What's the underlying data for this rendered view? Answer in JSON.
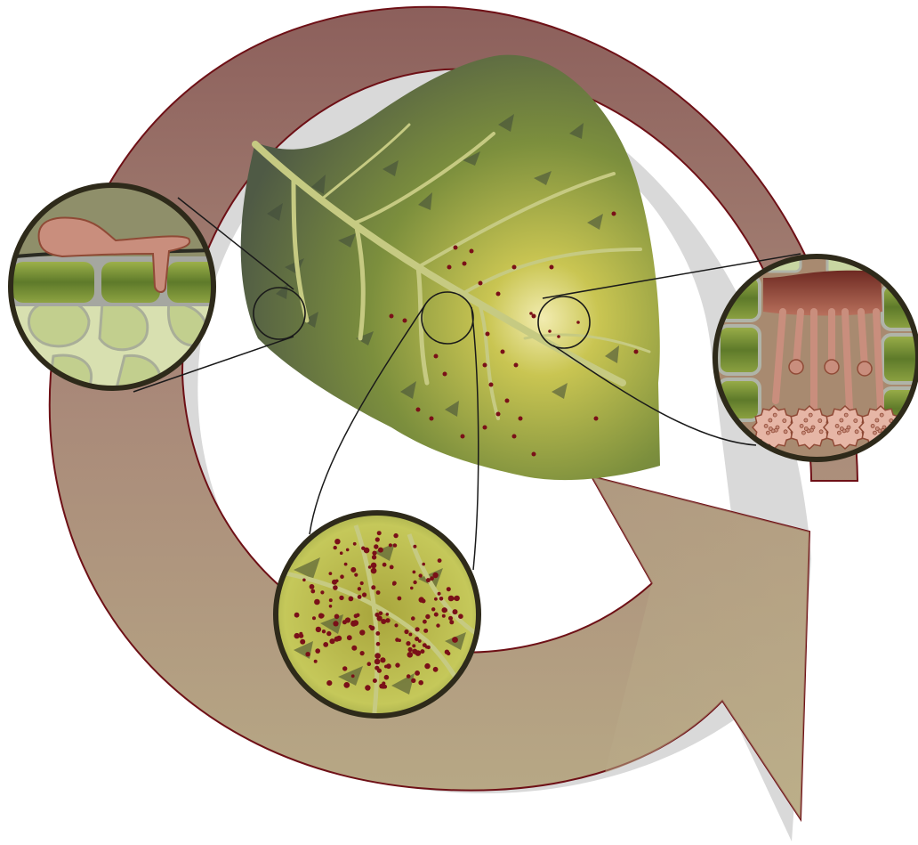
{
  "diagram": {
    "kind": "disease-cycle-illustration",
    "labels": [],
    "stages": [
      {
        "name": "cuticle-penetration"
      },
      {
        "name": "spots-on-leaf"
      },
      {
        "name": "spore-production"
      }
    ]
  },
  "colors": {
    "arrow_light": "#b7a78a",
    "arrow_dark": "#8c5f5b",
    "arrow_outline": "#6e1016",
    "arrow_shadow": "#dcdcdc",
    "leaf_dark": "#4f5a45",
    "leaf_mid": "#7c8f3d",
    "leaf_light": "#c9c552",
    "vein": "#c6ca82",
    "spot": "#7a1018",
    "lens_rim": "#2e2a1a",
    "fungus": "#c98e7d",
    "fungus_dark": "#8f4a36",
    "cell_green": "#6f8b35",
    "tissue_light": "#d8e0b0"
  }
}
